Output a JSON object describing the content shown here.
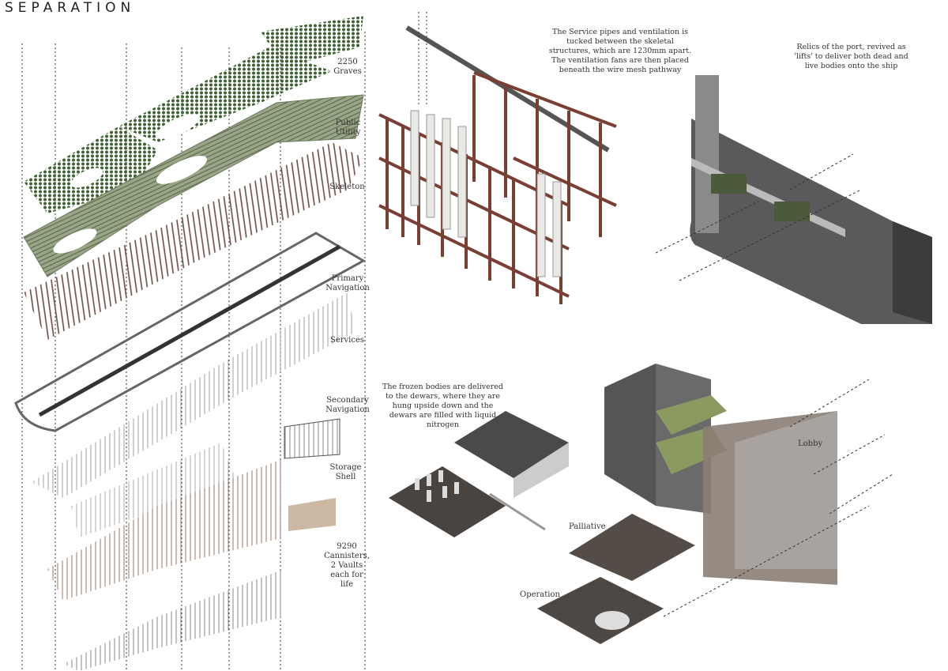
{
  "title": "SEPARATION",
  "layers": [
    {
      "label": "2250 Graves"
    },
    {
      "label": "Public Utility"
    },
    {
      "label": "Skeleton"
    },
    {
      "label": "Primary Navigation"
    },
    {
      "label": "Services"
    },
    {
      "label": "Secondary Navigation"
    },
    {
      "label": "Storage Shell"
    },
    {
      "label": "9290 Cannisters, 2 Vaults each for life"
    }
  ],
  "notes": {
    "services": "The Service pipes and ventilation is tucked between the skeletal structures, which are 1230mm apart. The ventilation fans are then placed beneath the wire mesh pathway",
    "port": "Relics of the port, revived as 'lifts' to deliver both dead and live bodies onto the ship",
    "dewars": "The frozen bodies are delivered to the dewars, where they are hung upside down and the dewars are filled with liquid nitrogen"
  },
  "rooms": {
    "palliative": "Palliative",
    "lobby": "Lobby",
    "operation": "Operation"
  },
  "colors": {
    "graves": "#4a6b3a",
    "utility": "#8a9a78",
    "skeleton": "#6b4a44",
    "frame": "#7a3f33",
    "stone": "#5a5a5c"
  }
}
